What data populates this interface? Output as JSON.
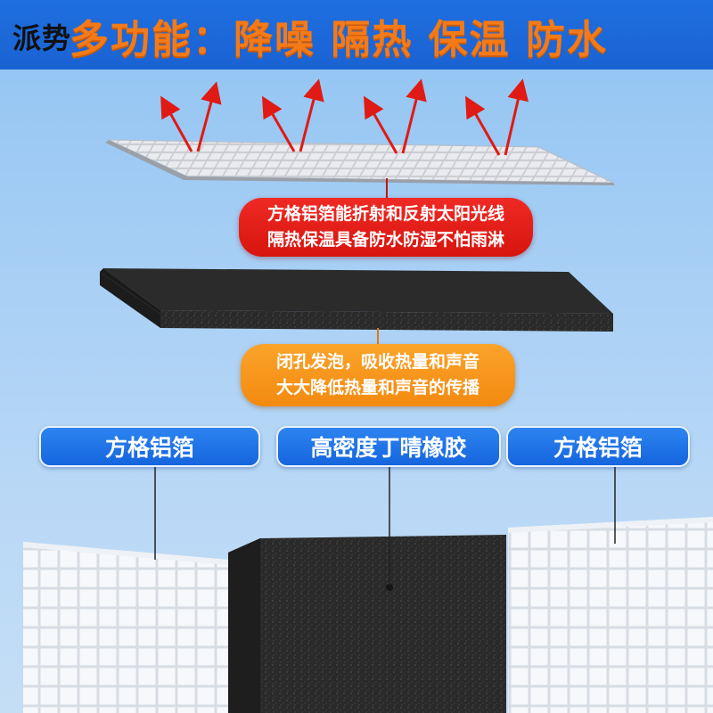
{
  "brand": "派势",
  "headline": "多功能：降噪 隔热 保温 防水",
  "foil_callout": {
    "line1": "方格铝箔能折射和反射太阳光线",
    "line2": "隔热保温具备防水防湿不怕雨淋"
  },
  "foam_callout": {
    "line1": "闭孔发泡，吸收热量和声音",
    "line2": "大大降低热量和声音的传播"
  },
  "layer_labels": {
    "left": "方格铝箔",
    "middle": "高密度丁晴橡胶",
    "right": "方格铝箔"
  },
  "colors": {
    "banner": "#1f6fe0",
    "headline": "#f47a17",
    "red_callout": "#e21e18",
    "orange_callout": "#f7961c",
    "tag": "#1e74e6",
    "arrow": "#e01a14"
  }
}
